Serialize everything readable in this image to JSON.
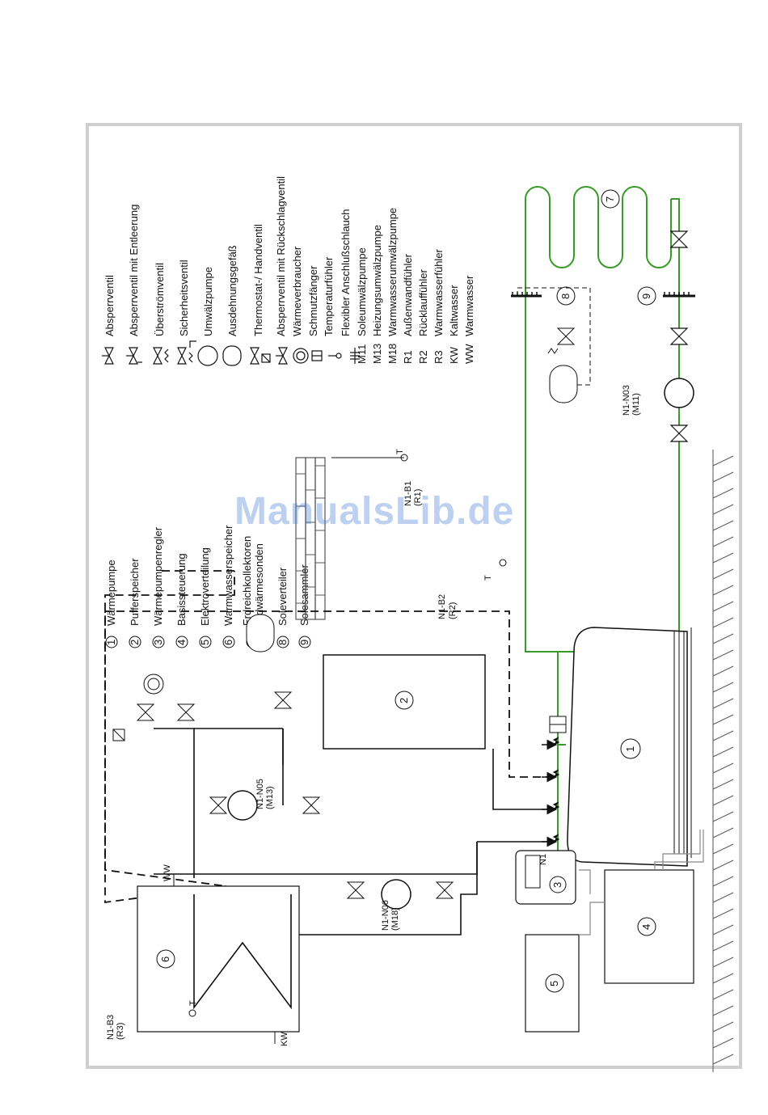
{
  "legend_left": [
    {
      "num": "1",
      "label": "Wärmepumpe"
    },
    {
      "num": "2",
      "label": "Pufferspeicher"
    },
    {
      "num": "3",
      "label": "Wärmepumpenregler"
    },
    {
      "num": "4",
      "label": "Basissteuerung"
    },
    {
      "num": "5",
      "label": "Elektroverteilung"
    },
    {
      "num": "6",
      "label": "Warmwasserspeicher"
    },
    {
      "num": "7",
      "label": "Erdreichkollektoren",
      "label2": "Erdwärmesonden"
    },
    {
      "num": "8",
      "label": "Soleverteiler"
    },
    {
      "num": "9",
      "label": "Solesammler"
    }
  ],
  "legend_right": [
    {
      "symbol": "valve-icon",
      "label": "Absperrventil"
    },
    {
      "symbol": "valve-drain-icon",
      "label": "Absperrventil mit Entleerung"
    },
    {
      "symbol": "overflow-valve-icon",
      "label": "Überströmventil"
    },
    {
      "symbol": "safety-valve-icon",
      "label": "Sicherheitsventil"
    },
    {
      "symbol": "pump-icon",
      "label": "Umwälzpumpe"
    },
    {
      "symbol": "expansion-vessel-icon",
      "label": "Ausdehnungsgefäß"
    },
    {
      "symbol": "thermostat-valve-icon",
      "label": "Thermostat-/ Handventil"
    },
    {
      "symbol": "check-valve-icon",
      "label": "Absperrventil mit Rückschlagventil"
    },
    {
      "symbol": "heat-consumer-icon",
      "label": "Wärmeverbraucher"
    },
    {
      "symbol": "strainer-icon",
      "label": "Schmutzfänger"
    },
    {
      "symbol": "temperature-sensor-icon",
      "label": "Temperaturfühler"
    },
    {
      "symbol": "flex-hose-icon",
      "label": "Flexibler Anschlußschlauch"
    },
    {
      "code": "M11",
      "label": "Soleumwälzpumpe"
    },
    {
      "code": "M13",
      "label": "Heizungsumwälzpumpe"
    },
    {
      "code": "M18",
      "label": "Warmwasserumwälzpumpe"
    },
    {
      "code": "R1",
      "label": "Außenwandfühler"
    },
    {
      "code": "R2",
      "label": "Rücklauffühler"
    },
    {
      "code": "R3",
      "label": "Warmwasserfühler"
    },
    {
      "code": "KW",
      "label": "Kaltwasser"
    },
    {
      "code": "WW",
      "label": "Warmwasser"
    }
  ],
  "diagram": {
    "components": {
      "c1": "1",
      "c2": "2",
      "c3": "3",
      "c4": "4",
      "c5": "5",
      "c6": "6",
      "c7": "7",
      "c8": "8",
      "c9": "9"
    },
    "labels": {
      "n1b3": "N1-B3",
      "r3": "(R3)",
      "n1n06": "N1-N06",
      "m18": "(M18)",
      "n1n05": "N1-N05",
      "m13": "(M13)",
      "n1b2": "N1-B2",
      "r2": "(R2)",
      "n1b1": "N1-B1",
      "r1": "(R1)",
      "n1n03": "N1-N03",
      "m11": "(M11)",
      "ww": "WW",
      "kw": "KW",
      "t": "T",
      "n1": "N1"
    },
    "colors": {
      "brine": "#3a9a2a",
      "line": "#111111",
      "wall": "#555555"
    }
  },
  "watermark": "ManualsLib.de"
}
